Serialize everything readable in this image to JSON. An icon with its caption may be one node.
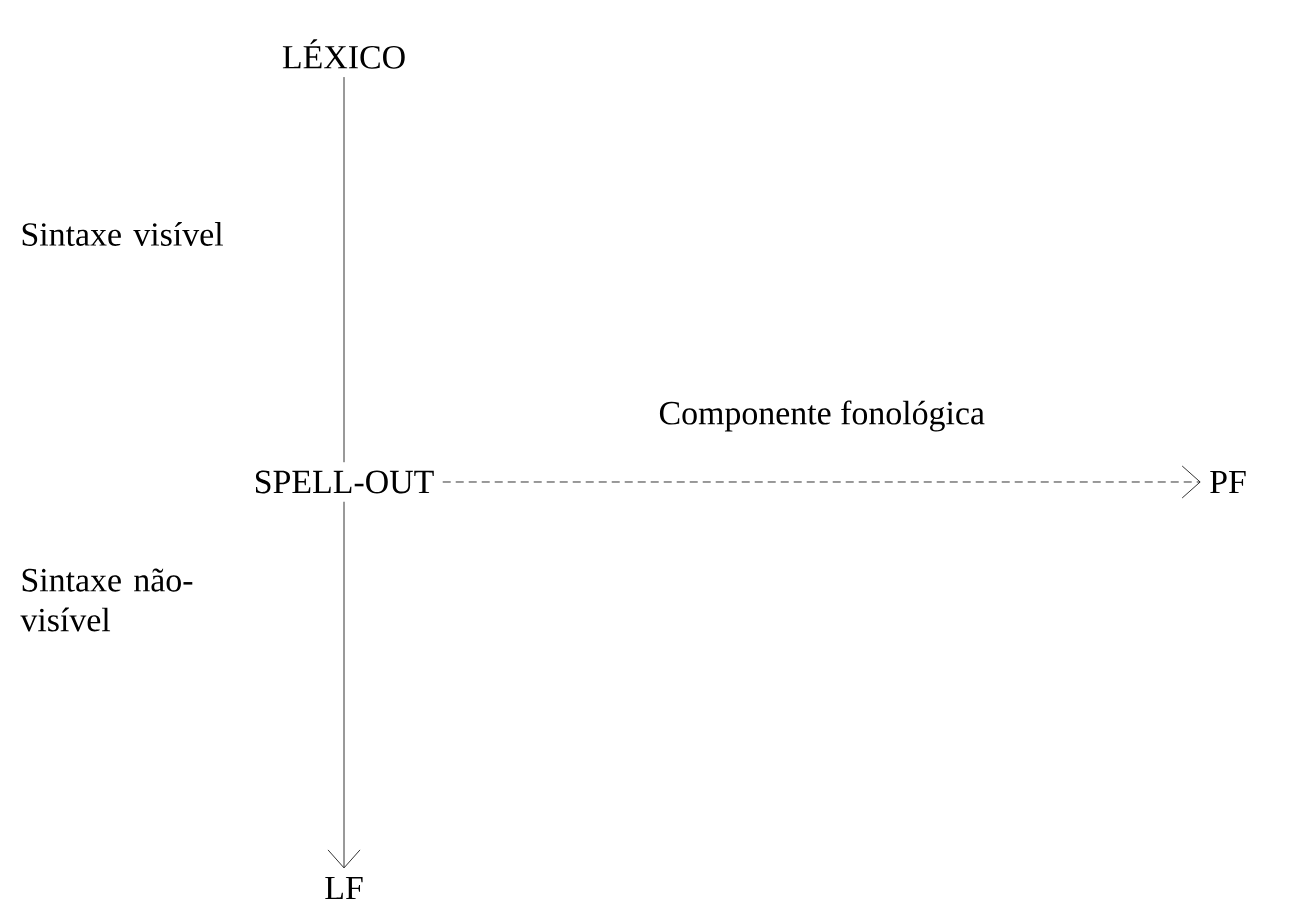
{
  "diagram": {
    "nodes": [
      {
        "text": [
          "LÉXICO"
        ]
      },
      {
        "text": [
          "SPELL-OUT"
        ]
      },
      {
        "text": [
          "PF"
        ]
      },
      {
        "text": [
          "LF"
        ]
      }
    ],
    "edges": [
      {
        "from": 0,
        "to": 1,
        "arrow": "none"
      },
      {
        "from": 1,
        "to": 2,
        "arrow": "to",
        "style": "dashed",
        "label": "Componente fonológica"
      },
      {
        "from": 1,
        "to": 3,
        "arrow": "to"
      }
    ],
    "labels": [
      "Sintaxe visível",
      "Sintaxe não-visível"
    ]
  }
}
